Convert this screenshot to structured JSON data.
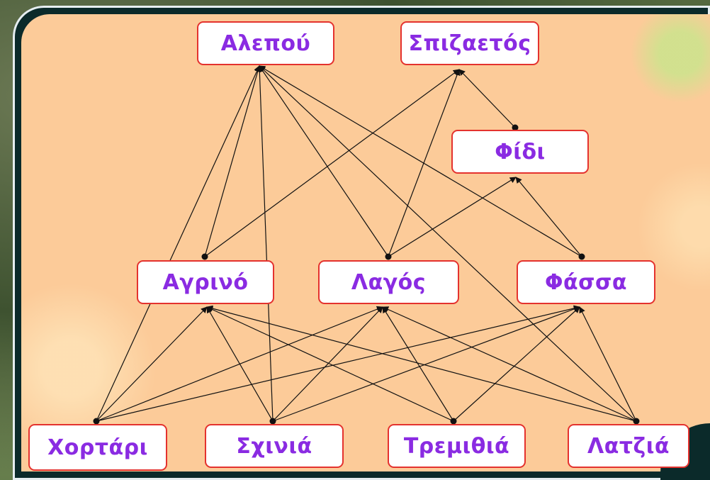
{
  "nodes": {
    "alepou": "Αλεπού",
    "spizaetos": "Σπιζαετός",
    "fidi": "Φίδι",
    "agrino": "Αγρινό",
    "lagos": "Λαγός",
    "fassa": "Φάσσα",
    "chortari": "Χορτάρι",
    "schinia": "Σχινιά",
    "tremithia": "Τρεμιθιά",
    "latzia": "Λατζιά"
  },
  "edges": [
    [
      "chortari",
      "agrino"
    ],
    [
      "chortari",
      "lagos"
    ],
    [
      "chortari",
      "fassa"
    ],
    [
      "schinia",
      "agrino"
    ],
    [
      "schinia",
      "lagos"
    ],
    [
      "schinia",
      "fassa"
    ],
    [
      "tremithia",
      "agrino"
    ],
    [
      "tremithia",
      "lagos"
    ],
    [
      "tremithia",
      "fassa"
    ],
    [
      "latzia",
      "agrino"
    ],
    [
      "latzia",
      "lagos"
    ],
    [
      "latzia",
      "fassa"
    ],
    [
      "chortari",
      "alepou"
    ],
    [
      "schinia",
      "alepou"
    ],
    [
      "latzia",
      "alepou"
    ],
    [
      "tremithia",
      "lagos"
    ],
    [
      "agrino",
      "alepou"
    ],
    [
      "lagos",
      "alepou"
    ],
    [
      "fassa",
      "alepou"
    ],
    [
      "agrino",
      "spizaetos"
    ],
    [
      "lagos",
      "spizaetos"
    ],
    [
      "fidi",
      "spizaetos"
    ],
    [
      "lagos",
      "fidi"
    ],
    [
      "fassa",
      "fidi"
    ]
  ],
  "colors": {
    "node_text": "#8a2be2",
    "node_border": "#e4322e",
    "board": "#fccb99",
    "edge": "#111111"
  }
}
